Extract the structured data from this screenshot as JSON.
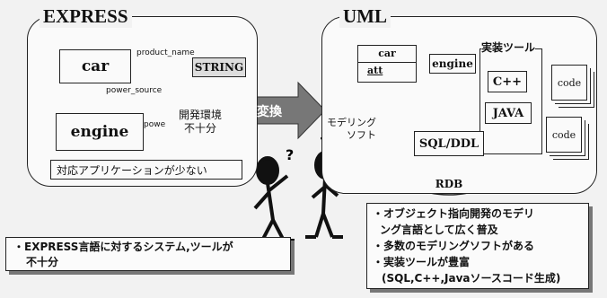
{
  "express": {
    "title": "EXPRESS",
    "car": "car",
    "engine": "engine",
    "string_box": "STRING",
    "attr_product_name": "product_name",
    "attr_power_source": "power_source",
    "attr_power_partial": "powe",
    "burst_line1": "開発環境",
    "burst_line2": "不十分",
    "note": "対応アプリケーションが少ない"
  },
  "arrow": {
    "label": "変換"
  },
  "uml": {
    "title": "UML",
    "class_name": "car",
    "class_attr": "att",
    "engine": "engine",
    "tool_group_label": "実装ツール",
    "cpp": "C++",
    "java": "JAVA",
    "sql": "SQL/DDL",
    "rdb": "RDB",
    "code1": "code",
    "code2": "code",
    "modeling_line1": "モデリング",
    "modeling_line2": "ソフト"
  },
  "left_note": {
    "line1": "・EXPRESS言語に対するシステム,ツールが",
    "line2": "不十分"
  },
  "right_note": {
    "line1": "・オブジェクト指向開発のモデリ",
    "line2": "ング言語として広く普及",
    "line3": "・多数のモデリングソフトがある",
    "line4": "・実装ツールが豊富",
    "line5": "(SQL,C++,Javaソースコード生成)"
  }
}
